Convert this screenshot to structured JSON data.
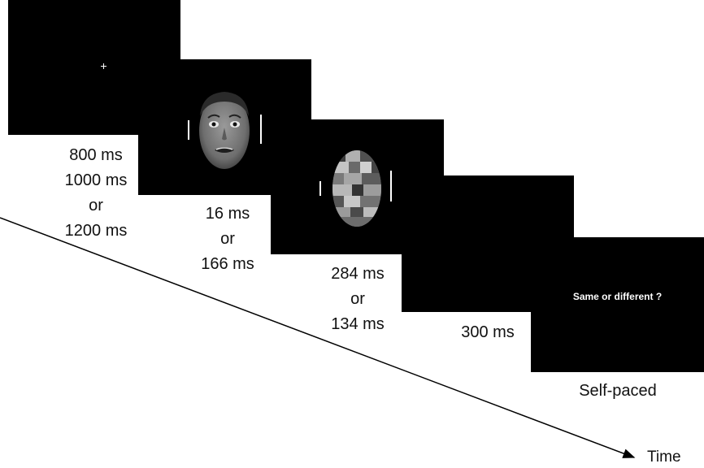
{
  "panels": [
    {
      "id": "fixation",
      "durations": [
        "800 ms",
        "1000 ms",
        "or",
        "1200 ms"
      ]
    },
    {
      "id": "face",
      "durations": [
        "16 ms",
        "or",
        "166 ms"
      ]
    },
    {
      "id": "mask",
      "durations": [
        "284 ms",
        "or",
        "134 ms"
      ]
    },
    {
      "id": "blank",
      "durations": [
        "300 ms"
      ]
    },
    {
      "id": "response",
      "prompt": "Same or different ?",
      "durations": [
        "Self-paced"
      ]
    }
  ],
  "axis_label": "Time",
  "colors": {
    "screen": "#000000",
    "background": "#ffffff",
    "text": "#111111"
  }
}
